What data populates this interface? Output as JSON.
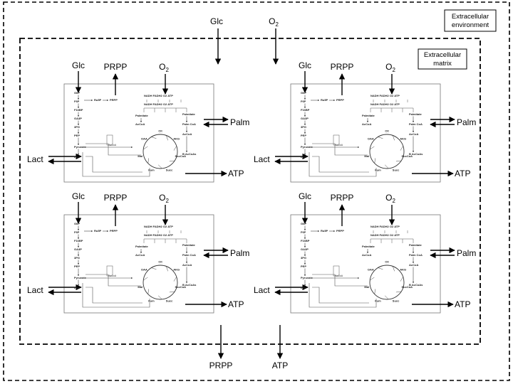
{
  "environment": {
    "label_line1": "Extracellular",
    "label_line2": "environment",
    "inputs": {
      "glc": "Glc",
      "o2": "O",
      "o2_sub": "2"
    },
    "outputs": {
      "prpp": "PRPP",
      "atp": "ATP"
    }
  },
  "matrix": {
    "label_line1": "Extracellular",
    "label_line2": "matrix"
  },
  "cell_labels": {
    "glc": "Glc",
    "prpp": "PRPP",
    "o2": "O",
    "o2_sub": "2",
    "palm": "Palm",
    "lact": "Lact",
    "atp": "ATP"
  },
  "cell_count": 4,
  "network_text": {
    "glycolysis": [
      "G6P",
      "F6P",
      "F16BP",
      "GA3P",
      "3PG",
      "PEP",
      "Pyruvate",
      "Lac"
    ],
    "ppp": [
      "Ru5P",
      "PRPP"
    ],
    "oxphos": [
      "NADH",
      "FADH2",
      "O2",
      "ATP"
    ],
    "fatty_acid": [
      "Palmitate",
      "Palm CoA",
      "AcCoA",
      "B AcCoAs"
    ],
    "tca": [
      "Cit",
      "AKG",
      "SucCoA",
      "Succ",
      "Fum",
      "Mal",
      "OAA"
    ]
  }
}
